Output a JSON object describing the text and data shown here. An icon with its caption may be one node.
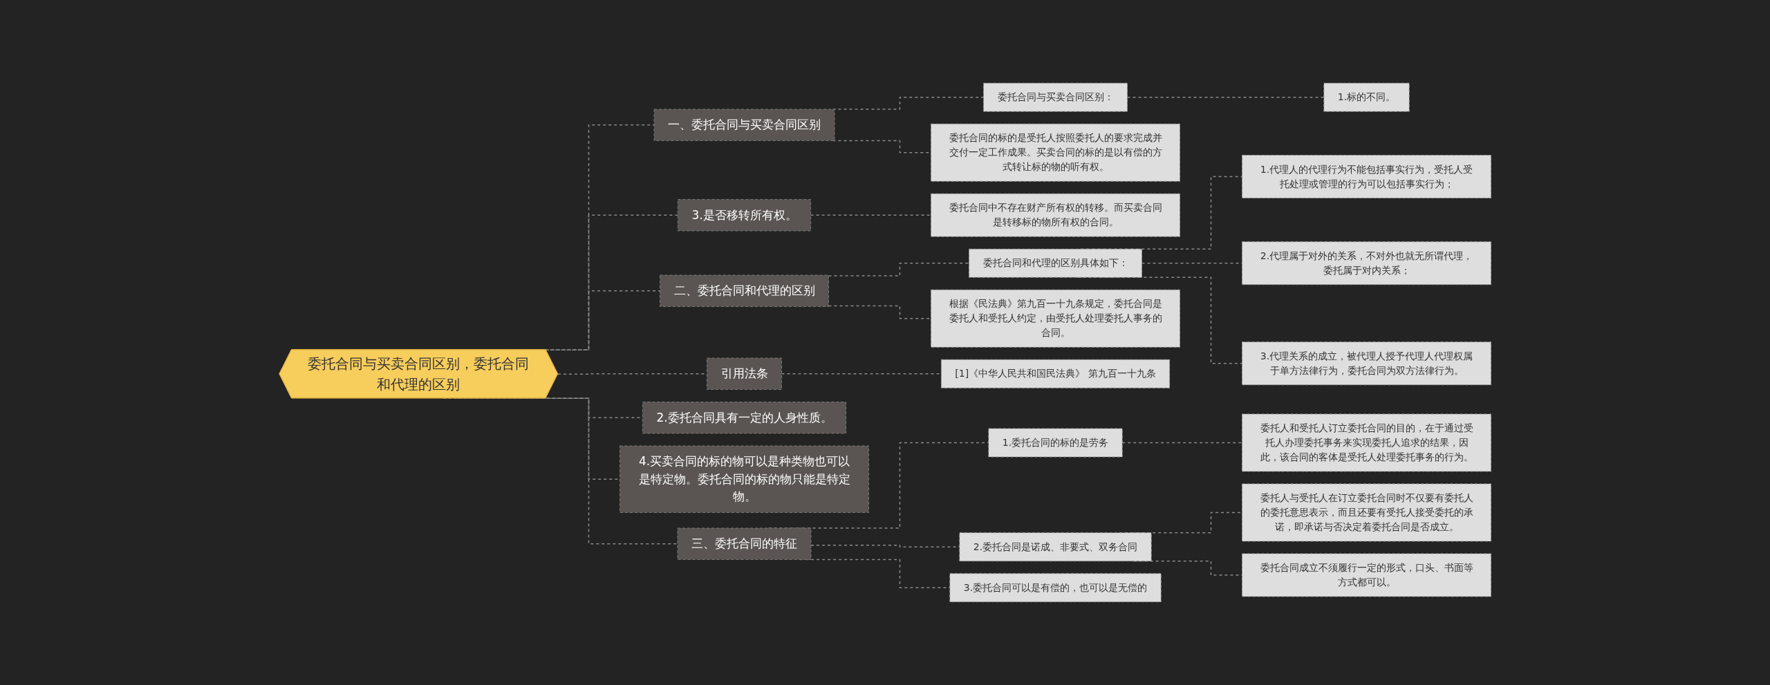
{
  "diagram": {
    "nodes": [
      {
        "text": [
          "委托合同与买卖合同区别，委托合同和代理的区别"
        ]
      },
      {
        "text": [
          "一、委托合同与买卖合同区别"
        ]
      },
      {
        "text": [
          "委托合同与买卖合同区别："
        ]
      },
      {
        "text": [
          "1.标的不同。"
        ]
      },
      {
        "text": [
          "委托合同的标的是受托人按照委托人的要求完成并交付一定工作成果。买卖合同的标的是以有偿的方式转让标的物的听有权。"
        ]
      },
      {
        "text": [
          "3.是否移转所有权。"
        ]
      },
      {
        "text": [
          "委托合同中不存在财产所有权的转移。而买卖合同是转移标的物所有权的合同。"
        ]
      },
      {
        "text": [
          "二、委托合同和代理的区别"
        ]
      },
      {
        "text": [
          "委托合同和代理的区别具体如下："
        ]
      },
      {
        "text": [
          "1.代理人的代理行为不能包括事实行为，受托人受托处理或管理的行为可以包括事实行为；"
        ]
      },
      {
        "text": [
          "2.代理属于对外的关系，不对外也就无所谓代理，委托属于对内关系；"
        ]
      },
      {
        "text": [
          "3.代理关系的成立，被代理人授予代理人代理权属于单方法律行为，委托合同为双方法律行为。"
        ]
      },
      {
        "text": [
          "根据《民法典》第九百一十九条规定，委托合同是委托人和受托人约定，由受托人处理委托人事务的合同。"
        ]
      },
      {
        "text": [
          "引用法条"
        ]
      },
      {
        "text": [
          "[1]《中华人民共和国民法典》 第九百一十九条"
        ]
      },
      {
        "text": [
          "2.委托合同具有一定的人身性质。"
        ]
      },
      {
        "text": [
          "4.买卖合同的标的物可以是种类物也可以是特定物。委托合同的标的物只能是特定物。"
        ]
      },
      {
        "text": [
          "三、委托合同的特征"
        ]
      },
      {
        "text": [
          "1.委托合同的标的是劳务"
        ]
      },
      {
        "text": [
          "委托人和受托人订立委托合同的目的，在于通过受托人办理委托事务来实现委托人追求的结果，因此，该合同的客体是受托人处理委托事务的行为。"
        ]
      },
      {
        "text": [
          "2.委托合同是诺成、非要式、双务合同"
        ]
      },
      {
        "text": [
          "委托人与受托人在订立委托合同时不仅要有委托人的委托意思表示，而且还要有受托人接受委托的承诺，即承诺与否决定着委托合同是否成立。"
        ]
      },
      {
        "text": [
          "委托合同成立不须履行一定的形式，口头、书面等方式都可以。"
        ]
      },
      {
        "text": [
          "3.委托合同可以是有偿的，也可以是无偿的"
        ]
      }
    ],
    "edges": [
      {
        "from": 0,
        "to": 1,
        "arrow": "none",
        "style": "dashed"
      },
      {
        "from": 1,
        "to": 2,
        "arrow": "none",
        "style": "dashed"
      },
      {
        "from": 2,
        "to": 3,
        "arrow": "none",
        "style": "dashed"
      },
      {
        "from": 1,
        "to": 4,
        "arrow": "none",
        "style": "dashed"
      },
      {
        "from": 0,
        "to": 5,
        "arrow": "none",
        "style": "dashed"
      },
      {
        "from": 5,
        "to": 6,
        "arrow": "none",
        "style": "dashed"
      },
      {
        "from": 0,
        "to": 7,
        "arrow": "none",
        "style": "dashed"
      },
      {
        "from": 7,
        "to": 8,
        "arrow": "none",
        "style": "dashed"
      },
      {
        "from": 8,
        "to": 9,
        "arrow": "none",
        "style": "dashed"
      },
      {
        "from": 8,
        "to": 10,
        "arrow": "none",
        "style": "dashed"
      },
      {
        "from": 8,
        "to": 11,
        "arrow": "none",
        "style": "dashed"
      },
      {
        "from": 7,
        "to": 12,
        "arrow": "none",
        "style": "dashed"
      },
      {
        "from": 0,
        "to": 13,
        "arrow": "none",
        "style": "dashed"
      },
      {
        "from": 13,
        "to": 14,
        "arrow": "none",
        "style": "dashed"
      },
      {
        "from": 0,
        "to": 15,
        "arrow": "none",
        "style": "dashed"
      },
      {
        "from": 0,
        "to": 16,
        "arrow": "none",
        "style": "dashed"
      },
      {
        "from": 0,
        "to": 17,
        "arrow": "none",
        "style": "dashed"
      },
      {
        "from": 17,
        "to": 18,
        "arrow": "none",
        "style": "dashed"
      },
      {
        "from": 18,
        "to": 19,
        "arrow": "none",
        "style": "dashed"
      },
      {
        "from": 17,
        "to": 20,
        "arrow": "none",
        "style": "dashed"
      },
      {
        "from": 20,
        "to": 21,
        "arrow": "none",
        "style": "dashed"
      },
      {
        "from": 20,
        "to": 22,
        "arrow": "none",
        "style": "dashed"
      },
      {
        "from": 17,
        "to": 23,
        "arrow": "none",
        "style": "dashed"
      }
    ]
  }
}
